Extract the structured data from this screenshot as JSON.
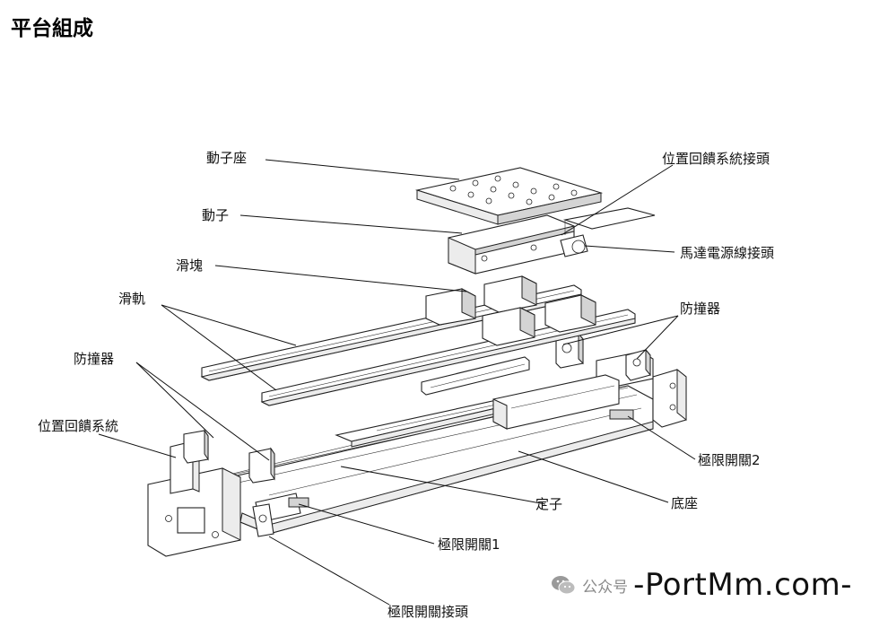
{
  "page": {
    "title": "平台組成"
  },
  "labels": {
    "mover_seat": "動子座",
    "mover": "動子",
    "slider": "滑塊",
    "rail": "滑軌",
    "bumper_left": "防撞器",
    "bumper_right": "防撞器",
    "encoder": "位置回饋系統",
    "encoder_conn": "位置回饋系統接頭",
    "motor_conn": "馬達電源線接頭",
    "stator": "定子",
    "base": "底座",
    "limit1": "極限開關1",
    "limit2": "極限開關2",
    "limit_conn": "極限開關接頭"
  },
  "watermark": {
    "prefix": "公众号",
    "text": "-PortMm.com-",
    "icon": "wechat-icon"
  },
  "colors": {
    "line": "#111111",
    "part_fill": "#ffffff",
    "part_shade": "#d4d4d4",
    "title": "#111111"
  }
}
